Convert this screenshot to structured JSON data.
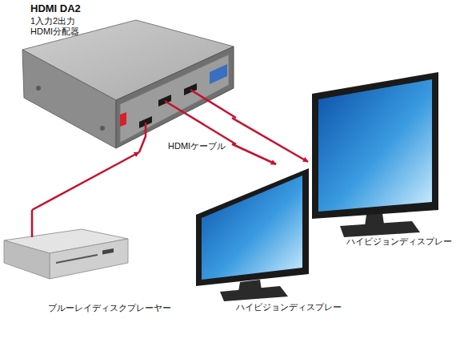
{
  "diagram": {
    "nodes": [
      {
        "text": [
          "HDMI DA2",
          "1入力2出力 HDMI分配器"
        ]
      },
      {
        "text": [
          "ハイビジョンディスプレー"
        ]
      },
      {
        "text": [
          "ハイビジョンディスプレー"
        ]
      },
      {
        "text": [
          "ブルーレイディスクプレーヤー"
        ]
      }
    ],
    "edges": [
      {
        "from": 3,
        "to": 0,
        "arrow": "to"
      },
      {
        "from": 0,
        "to": 2,
        "arrow": "to",
        "label": "HDMIケーブル"
      },
      {
        "from": 0,
        "to": 1,
        "arrow": "to"
      }
    ]
  }
}
